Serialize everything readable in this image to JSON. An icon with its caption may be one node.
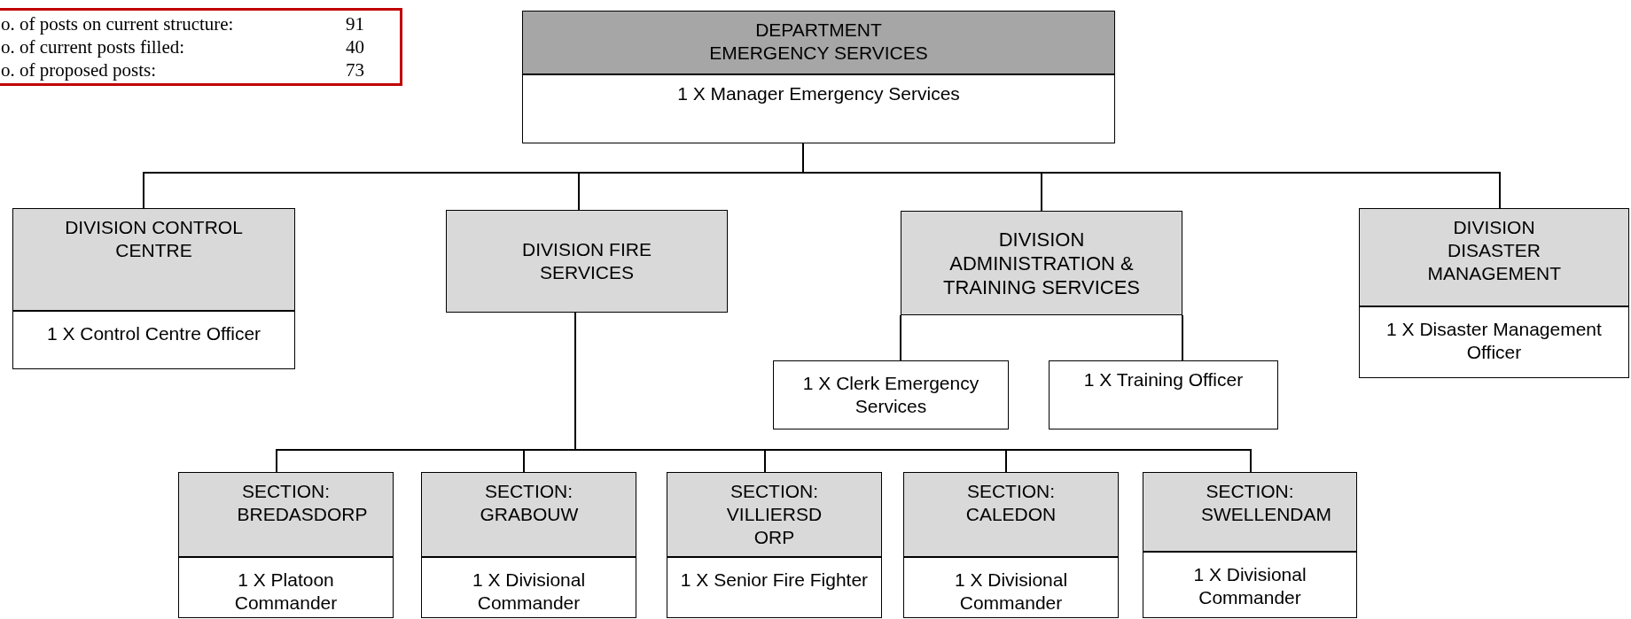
{
  "diagram": {
    "nodes": [
      {
        "text": [
          "o. of posts on current structure:",
          "91",
          "o. of current posts filled:",
          "40",
          "o. of proposed posts:",
          "73"
        ]
      },
      {
        "text": [
          "DEPARTMENT EMERGENCY SERVICES",
          "1 X Manager Emergency Services"
        ]
      },
      {
        "text": [
          "DIVISION CONTROL CENTRE",
          "1 X Control Centre Officer"
        ]
      },
      {
        "text": [
          "DIVISION FIRE SERVICES"
        ]
      },
      {
        "text": [
          "DIVISION ADMINISTRATION & TRAINING SERVICES"
        ]
      },
      {
        "text": [
          "DIVISION DISASTER MANAGEMENT",
          "1 X Disaster Management Officer"
        ]
      },
      {
        "text": [
          "1 X Clerk Emergency Services"
        ]
      },
      {
        "text": [
          "1 X Training Officer"
        ]
      },
      {
        "text": [
          "SECTION: BREDASDORP",
          "1 X Platoon Commander"
        ]
      },
      {
        "text": [
          "SECTION: GRABOUW",
          "1 X Divisional Commander"
        ]
      },
      {
        "text": [
          "SECTION: VILLIERSD ORP",
          "1 X Senior Fire Fighter"
        ]
      },
      {
        "text": [
          "SECTION: CALEDON",
          "1 X Divisional Commander"
        ]
      },
      {
        "text": [
          "SECTION: SWELLENDAM",
          "1 X Divisional Commander"
        ]
      }
    ],
    "edges": [
      {
        "from": 1,
        "to": 2,
        "arrow": "none"
      },
      {
        "from": 1,
        "to": 3,
        "arrow": "none"
      },
      {
        "from": 1,
        "to": 4,
        "arrow": "none"
      },
      {
        "from": 1,
        "to": 5,
        "arrow": "none"
      },
      {
        "from": 4,
        "to": 6,
        "arrow": "none"
      },
      {
        "from": 4,
        "to": 7,
        "arrow": "none"
      },
      {
        "from": 3,
        "to": 8,
        "arrow": "none"
      },
      {
        "from": 3,
        "to": 9,
        "arrow": "none"
      },
      {
        "from": 3,
        "to": 10,
        "arrow": "none"
      },
      {
        "from": 3,
        "to": 11,
        "arrow": "none"
      },
      {
        "from": 3,
        "to": 12,
        "arrow": "none"
      }
    ]
  }
}
